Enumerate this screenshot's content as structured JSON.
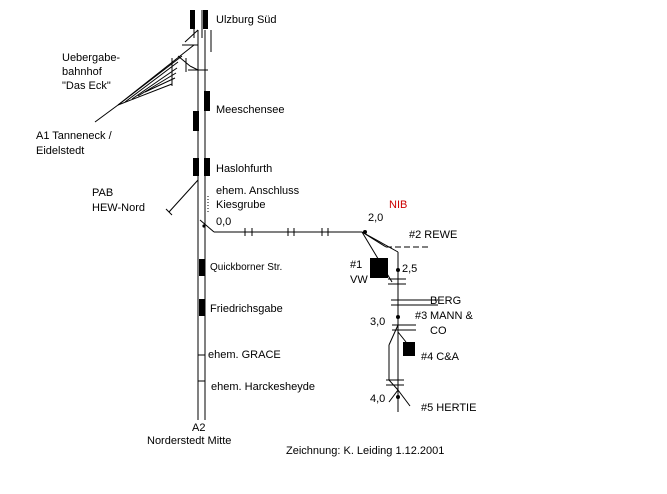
{
  "stations": {
    "ulzburg_sued": "Ulzburg Süd",
    "uebergabe_1": "Uebergabe-",
    "uebergabe_2": "bahnhof",
    "uebergabe_3": "\"Das Eck\"",
    "a1_1": "A1 Tanneneck /",
    "a1_2": "Eidelstedt",
    "meeschensee": "Meeschensee",
    "haslohfurth": "Haslohfurth",
    "pab_1": "PAB",
    "pab_2": "HEW-Nord",
    "anschluss_1": "ehem. Anschluss",
    "anschluss_2": "Kiesgrube",
    "quickborner": "Quickborner Str.",
    "friedrichsgabe": "Friedrichsgabe",
    "grace": "ehem. GRACE",
    "harckesheyde": "ehem. Harckesheyde",
    "a2_1": "A2",
    "a2_2": "Norderstedt Mitte"
  },
  "branch": {
    "km_0": "0,0",
    "km_2": "2,0",
    "nib": "NIB",
    "rewe": "#2 REWE",
    "vw_num": "#1",
    "vw": "VW",
    "km_25": "2,5",
    "berg_1": "BERG",
    "berg_num": "#3",
    "berg_2": "MANN &",
    "berg_3": "CO",
    "km_3": "3,0",
    "ca": "#4 C&A",
    "km_4": "4,0",
    "hertie": "#5 HERTIE"
  },
  "credit": "Zeichnung: K. Leiding 1.12.2001",
  "colors": {
    "line": "#000000",
    "label_nib": "#cc0000",
    "background": "#ffffff"
  }
}
